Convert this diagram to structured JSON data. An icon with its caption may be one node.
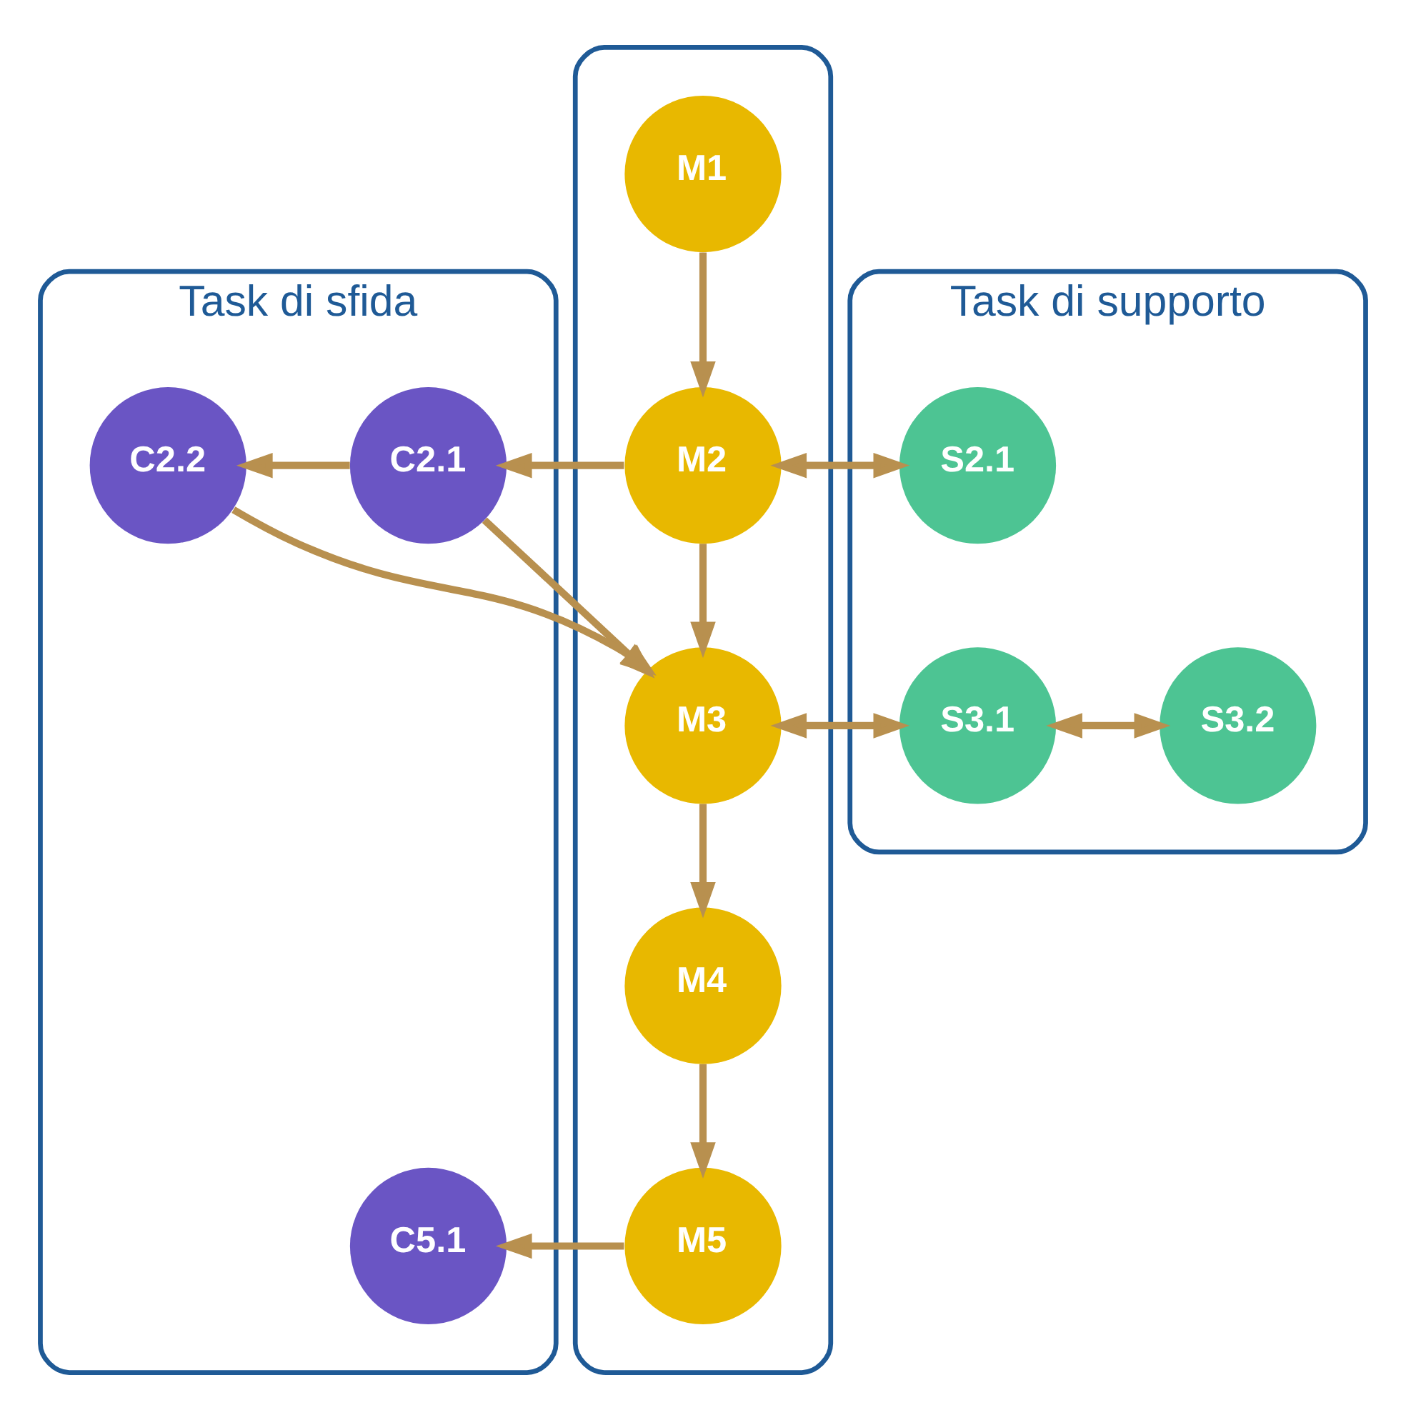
{
  "diagram": {
    "nodes": [
      {
        "text": [
          "Task di sfida"
        ]
      },
      {
        "text": [],
        "shape": "box"
      },
      {
        "text": [
          "Task di supporto"
        ]
      },
      {
        "text": [
          "M1"
        ],
        "in": 1
      },
      {
        "text": [
          "C2.2"
        ],
        "in": 0
      },
      {
        "text": [
          "C2.1"
        ],
        "in": 0
      },
      {
        "text": [
          "M2"
        ],
        "in": 1
      },
      {
        "text": [
          "S2.1"
        ],
        "in": 2
      },
      {
        "text": [
          "M3"
        ],
        "in": 1
      },
      {
        "text": [
          "S3.1"
        ],
        "in": 2
      },
      {
        "text": [
          "S3.2"
        ],
        "in": 2
      },
      {
        "text": [
          "M4"
        ],
        "in": 1
      },
      {
        "text": [
          "C5.1"
        ],
        "in": 0
      },
      {
        "text": [
          "M5"
        ],
        "in": 1
      }
    ],
    "edges": [
      {
        "from": 3,
        "to": 6,
        "arrow": "to"
      },
      {
        "from": 6,
        "to": 5,
        "arrow": "to"
      },
      {
        "from": 5,
        "to": 4,
        "arrow": "to"
      },
      {
        "from": 6,
        "to": 7,
        "arrow": "both"
      },
      {
        "from": 6,
        "to": 8,
        "arrow": "to"
      },
      {
        "from": 5,
        "to": 8,
        "arrow": "to"
      },
      {
        "from": 4,
        "to": 8,
        "arrow": "to"
      },
      {
        "from": 8,
        "to": 9,
        "arrow": "both"
      },
      {
        "from": 9,
        "to": 10,
        "arrow": "both"
      },
      {
        "from": 8,
        "to": 11,
        "arrow": "to"
      },
      {
        "from": 11,
        "to": 13,
        "arrow": "to"
      },
      {
        "from": 13,
        "to": 12,
        "arrow": "to"
      }
    ]
  }
}
